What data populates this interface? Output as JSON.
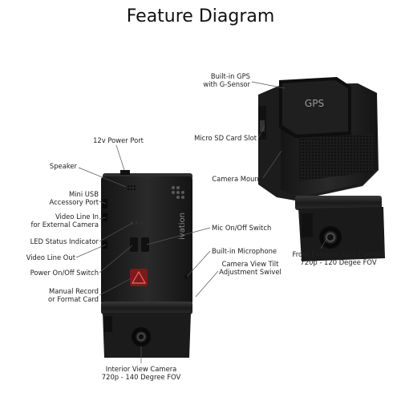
{
  "title": "Feature Diagram",
  "brand": "ivation",
  "gps_text": "GPS",
  "labels": {
    "power_port": "12v Power Port",
    "speaker": "Speaker",
    "mini_usb_1": "Mini USB",
    "mini_usb_2": "Accessory Port",
    "video_in_1": "Video Line In",
    "video_in_2": "for External Camera",
    "led": "LED Status Indicator",
    "video_out": "Video Line Out",
    "power_switch": "Power On/Off Switch",
    "manual_1": "Manual Record",
    "manual_2": "or Format Card",
    "gps_1": "Built-in GPS",
    "gps_2": "with G-Sensor",
    "sd": "Micro SD Card Slot",
    "mount": "Camera Mount",
    "mic_switch": "Mic On/Off Switch",
    "mic": "Built-in Microphone",
    "tilt_1": "Camera View Tilt",
    "tilt_2": "Adjustment Swivel",
    "front_1": "Front Exterior View Camera",
    "front_2": "720p - 120 Degee FOV",
    "interior_1": "Interior View Camera",
    "interior_2": "720p - 140 Degree FOV"
  }
}
